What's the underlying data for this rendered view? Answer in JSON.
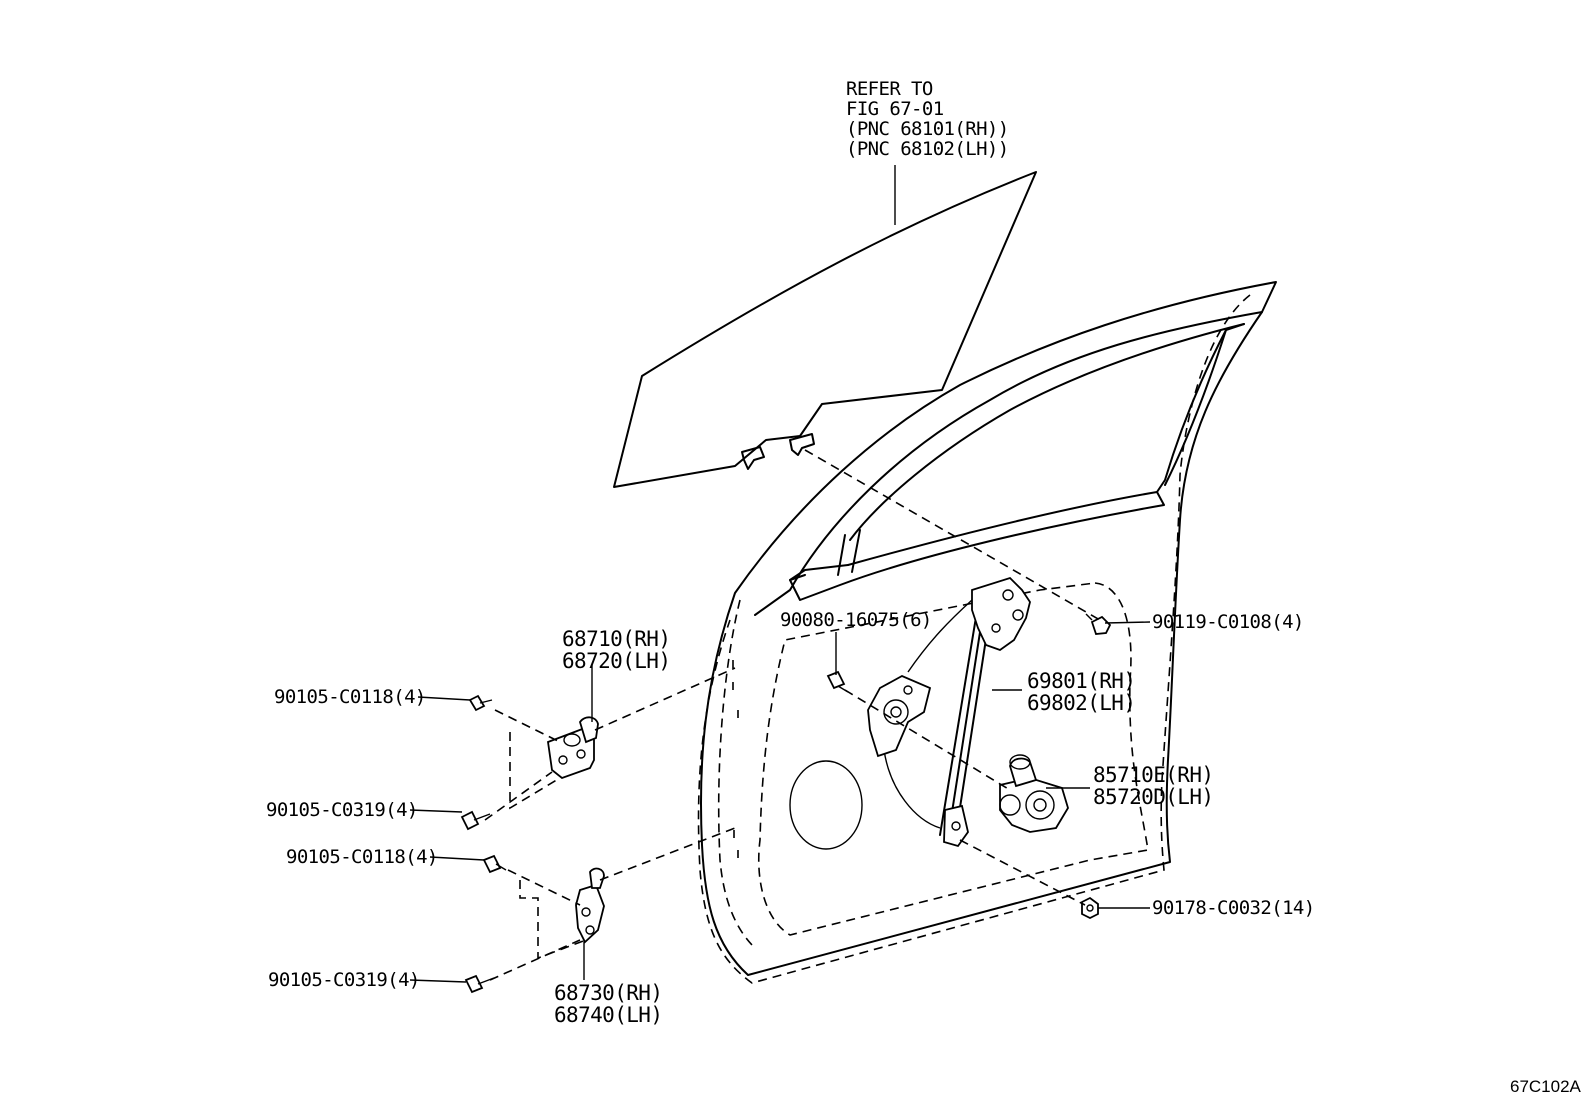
{
  "glass_ref": [
    "REFER TO",
    "FIG 67-01",
    "(PNC 68101(RH))",
    "(PNC 68102(LH))"
  ],
  "hinge_upper": [
    "68710(RH)",
    "68720(LH)"
  ],
  "hinge_lower": [
    "68730(RH)",
    "68740(LH)"
  ],
  "regulator": [
    "69801(RH)",
    "69802(LH)"
  ],
  "motor": [
    "85710E(RH)",
    "85720D(LH)"
  ],
  "bolts": {
    "upper_hinge_top": "90105-C0118(4)",
    "upper_hinge_bottom": "90105-C0319(4)",
    "lower_hinge_top": "90105-C0118(4)",
    "lower_hinge_bottom": "90105-C0319(4)",
    "regulator_bolt": "90080-16075(6)",
    "glass_bolt": "90119-C0108(4)",
    "motor_nut": "90178-C0032(14)"
  },
  "figure_code": "67C102A"
}
